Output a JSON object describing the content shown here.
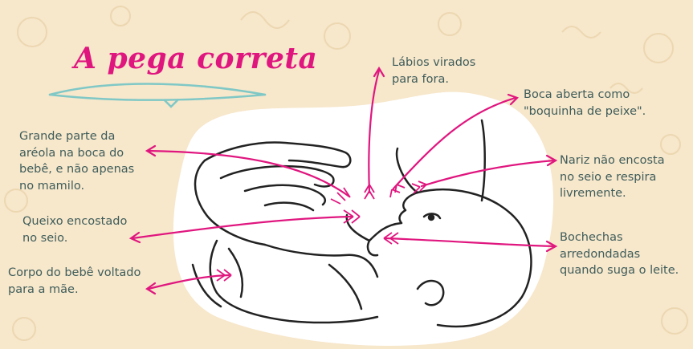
{
  "title": "A pega correta",
  "colors": {
    "background": "#f7e7cb",
    "accent": "#e0167f",
    "text": "#3f5d5b",
    "title_underline": "#7fc8c6"
  },
  "labels": {
    "areola": "Grande parte da\naréola na boca do\nbebê, e não apenas\nno mamilo.",
    "queixo": "Queixo encostado\nno seio.",
    "corpo": "Corpo do bebê voltado\npara a mãe.",
    "labios": "Lábios virados\npara fora.",
    "boca": "Boca aberta como\n\"boquinha de peixe\".",
    "nariz": "Nariz não encosta\nno seio e respira\nlivremente.",
    "bochechas": "Bochechas\narredondadas\nquando suga o leite."
  }
}
